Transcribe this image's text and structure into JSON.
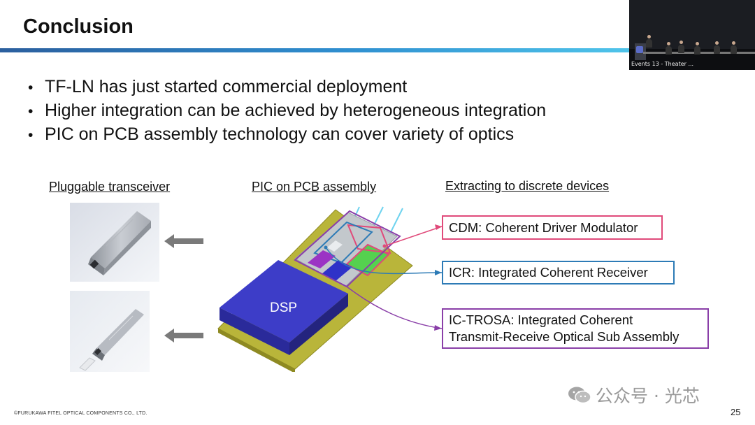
{
  "slide": {
    "title": "Conclusion",
    "bullets": [
      "TF-LN has just started commercial deployment",
      "Higher integration can be achieved by heterogeneous integration",
      "PIC on PCB assembly technology can cover variety of optics"
    ],
    "bullet_glyph": "•",
    "headers": {
      "pluggable": "Pluggable transceiver",
      "pic_on_pcb": "PIC on PCB assembly",
      "extracting": "Extracting to discrete devices"
    },
    "diagram": {
      "dsp_label": "DSP"
    },
    "callouts": {
      "cdm": "CDM: Coherent Driver Modulator",
      "icr": "ICR: Integrated Coherent Receiver",
      "trosa_line1": "IC-TROSA: Integrated Coherent",
      "trosa_line2": "Transmit-Receive Optical Sub Assembly"
    },
    "footer": "©FURUKAWA FITEL OPTICAL COMPONENTS CO., LTD.",
    "page_number": "25"
  },
  "video_overlay": {
    "caption": "Events 13 - Theater ..."
  },
  "watermark": {
    "text": "公众号 · 光芯"
  },
  "colors": {
    "title_bar_start": "#2b5f9e",
    "title_bar_end": "#4fc4ea",
    "cdm_border": "#e04a7a",
    "icr_border": "#2d7bb6",
    "trosa_border": "#8a3fa8",
    "dsp_fill": "#3d3dc8",
    "pcb_fill": "#b9b53a",
    "arrow_gray": "#7a7a7a"
  }
}
